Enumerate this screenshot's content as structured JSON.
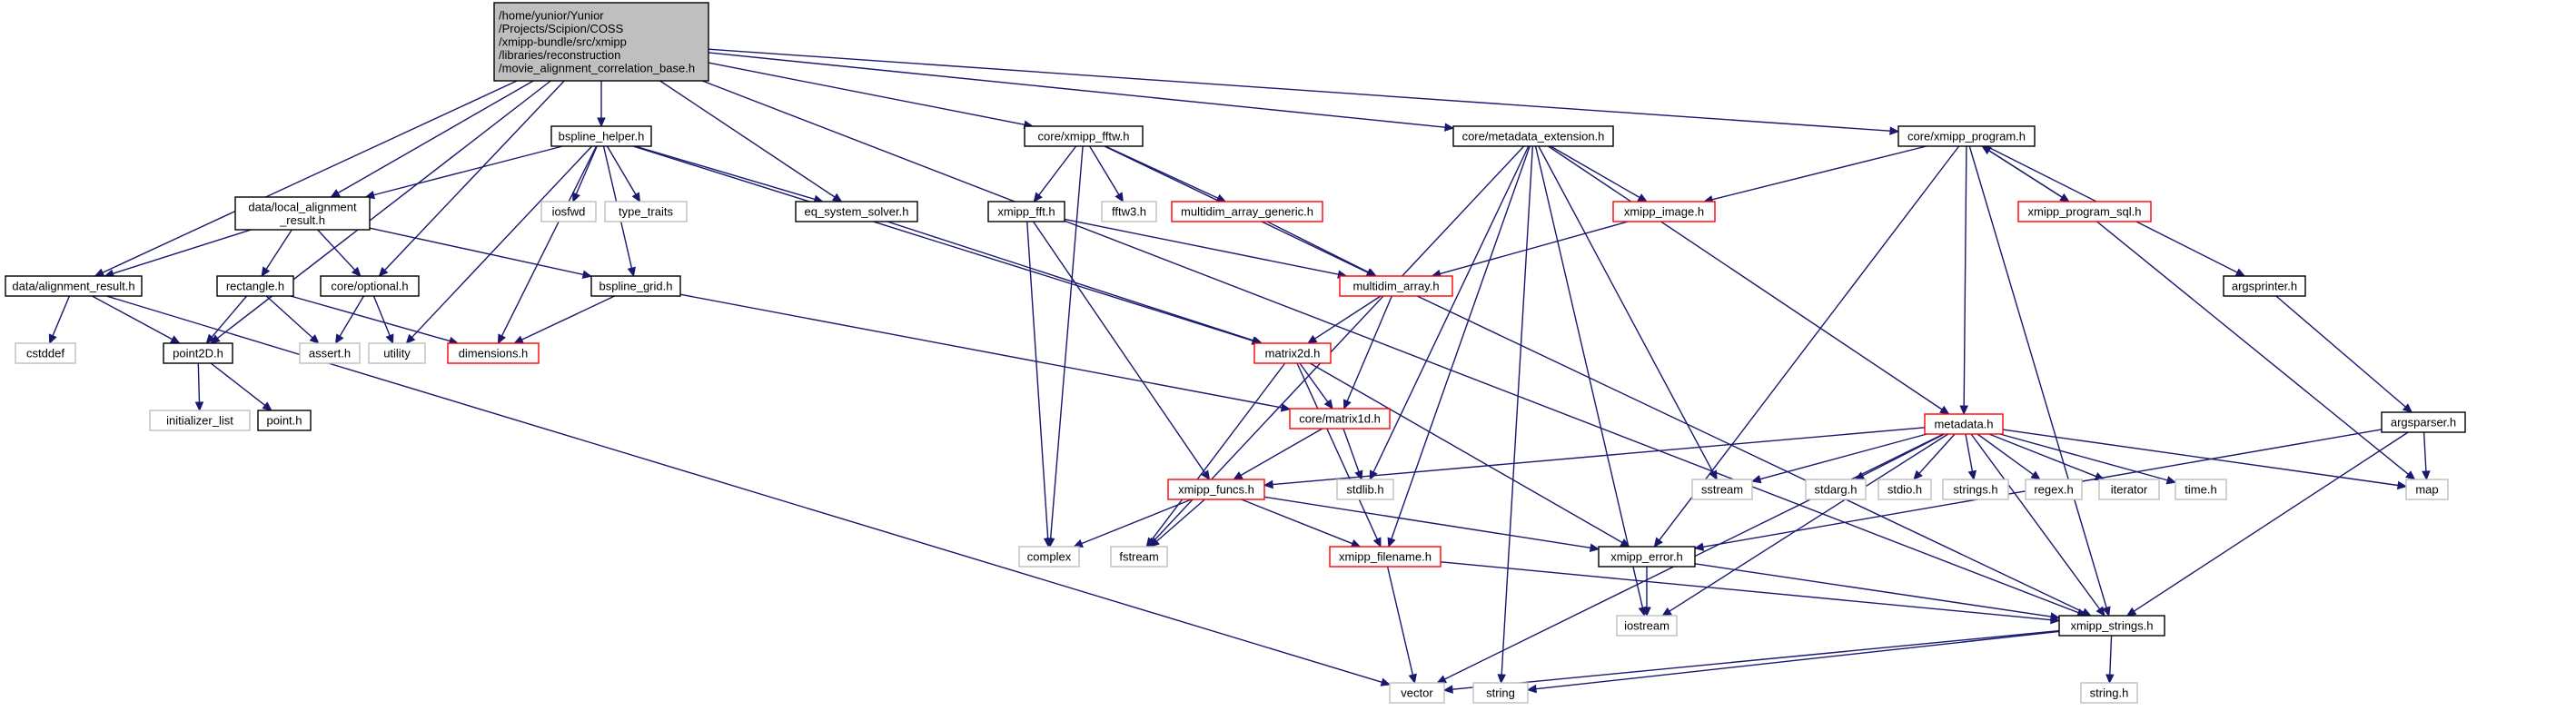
{
  "colors": {
    "edge": "#191970",
    "root_fill": "#bfbfbf",
    "documented_border": "#000000",
    "truncated_border": "#ff0000",
    "system_border": "#bfbfbf",
    "system_text": "#808080"
  },
  "nodes": [
    {
      "id": "root",
      "kind": "root",
      "lines": [
        "/home/yunior/Yunior",
        "/Projects/Scipion/COSS",
        "/xmipp-bundle/src/xmipp",
        "/libraries/reconstruction",
        "/movie_alignment_correlation_base.h"
      ]
    },
    {
      "id": "bspline_helper",
      "kind": "doc",
      "lines": [
        "bspline_helper.h"
      ]
    },
    {
      "id": "core_xmipp_fftw",
      "kind": "doc",
      "lines": [
        "core/xmipp_fftw.h"
      ]
    },
    {
      "id": "core_metadata_extension",
      "kind": "doc",
      "lines": [
        "core/metadata_extension.h"
      ]
    },
    {
      "id": "core_xmipp_program",
      "kind": "doc",
      "lines": [
        "core/xmipp_program.h"
      ]
    },
    {
      "id": "data_local_alignment_result",
      "kind": "doc",
      "lines": [
        "data/local_alignment",
        "_result.h"
      ]
    },
    {
      "id": "iosfwd",
      "kind": "sys",
      "lines": [
        "iosfwd"
      ]
    },
    {
      "id": "type_traits",
      "kind": "sys",
      "lines": [
        "type_traits"
      ]
    },
    {
      "id": "eq_system_solver",
      "kind": "doc",
      "lines": [
        "eq_system_solver.h"
      ]
    },
    {
      "id": "xmipp_fft",
      "kind": "doc",
      "lines": [
        "xmipp_fft.h"
      ]
    },
    {
      "id": "fftw3",
      "kind": "sys",
      "lines": [
        "fftw3.h"
      ]
    },
    {
      "id": "multidim_array_generic",
      "kind": "trunc",
      "lines": [
        "multidim_array_generic.h"
      ]
    },
    {
      "id": "xmipp_image",
      "kind": "trunc",
      "lines": [
        "xmipp_image.h"
      ]
    },
    {
      "id": "xmipp_program_sql",
      "kind": "trunc",
      "lines": [
        "xmipp_program_sql.h"
      ]
    },
    {
      "id": "data_alignment_result",
      "kind": "doc",
      "lines": [
        "data/alignment_result.h"
      ]
    },
    {
      "id": "rectangle",
      "kind": "doc",
      "lines": [
        "rectangle.h"
      ]
    },
    {
      "id": "core_optional",
      "kind": "doc",
      "lines": [
        "core/optional.h"
      ]
    },
    {
      "id": "bspline_grid",
      "kind": "doc",
      "lines": [
        "bspline_grid.h"
      ]
    },
    {
      "id": "multidim_array",
      "kind": "trunc",
      "lines": [
        "multidim_array.h"
      ]
    },
    {
      "id": "argsprinter",
      "kind": "doc",
      "lines": [
        "argsprinter.h"
      ]
    },
    {
      "id": "cstddef",
      "kind": "sys",
      "lines": [
        "cstddef"
      ]
    },
    {
      "id": "point2d",
      "kind": "doc",
      "lines": [
        "point2D.h"
      ]
    },
    {
      "id": "assert",
      "kind": "sys",
      "lines": [
        "assert.h"
      ]
    },
    {
      "id": "utility",
      "kind": "sys",
      "lines": [
        "utility"
      ]
    },
    {
      "id": "dimensions",
      "kind": "trunc",
      "lines": [
        "dimensions.h"
      ]
    },
    {
      "id": "matrix2d",
      "kind": "trunc",
      "lines": [
        "matrix2d.h"
      ]
    },
    {
      "id": "initializer_list",
      "kind": "sys",
      "lines": [
        "initializer_list"
      ]
    },
    {
      "id": "point",
      "kind": "doc",
      "lines": [
        "point.h"
      ]
    },
    {
      "id": "core_matrix1d",
      "kind": "trunc",
      "lines": [
        "core/matrix1d.h"
      ]
    },
    {
      "id": "metadata",
      "kind": "trunc",
      "lines": [
        "metadata.h"
      ]
    },
    {
      "id": "argsparser",
      "kind": "doc",
      "lines": [
        "argsparser.h"
      ]
    },
    {
      "id": "xmipp_funcs",
      "kind": "trunc",
      "lines": [
        "xmipp_funcs.h"
      ]
    },
    {
      "id": "stdlib",
      "kind": "sys",
      "lines": [
        "stdlib.h"
      ]
    },
    {
      "id": "sstream",
      "kind": "sys",
      "lines": [
        "sstream"
      ]
    },
    {
      "id": "stdarg",
      "kind": "sys",
      "lines": [
        "stdarg.h"
      ]
    },
    {
      "id": "stdio",
      "kind": "sys",
      "lines": [
        "stdio.h"
      ]
    },
    {
      "id": "strings_h",
      "kind": "sys",
      "lines": [
        "strings.h"
      ]
    },
    {
      "id": "regex",
      "kind": "sys",
      "lines": [
        "regex.h"
      ]
    },
    {
      "id": "iterator",
      "kind": "sys",
      "lines": [
        "iterator"
      ]
    },
    {
      "id": "time",
      "kind": "sys",
      "lines": [
        "time.h"
      ]
    },
    {
      "id": "map",
      "kind": "sys",
      "lines": [
        "map"
      ]
    },
    {
      "id": "complex",
      "kind": "sys",
      "lines": [
        "complex"
      ]
    },
    {
      "id": "fstream",
      "kind": "sys",
      "lines": [
        "fstream"
      ]
    },
    {
      "id": "xmipp_filename",
      "kind": "trunc",
      "lines": [
        "xmipp_filename.h"
      ]
    },
    {
      "id": "xmipp_error",
      "kind": "doc",
      "lines": [
        "xmipp_error.h"
      ]
    },
    {
      "id": "iostream",
      "kind": "sys",
      "lines": [
        "iostream"
      ]
    },
    {
      "id": "xmipp_strings",
      "kind": "doc",
      "lines": [
        "xmipp_strings.h"
      ]
    },
    {
      "id": "vector",
      "kind": "sys",
      "lines": [
        "vector"
      ]
    },
    {
      "id": "string",
      "kind": "sys",
      "lines": [
        "string"
      ]
    },
    {
      "id": "string_h",
      "kind": "sys",
      "lines": [
        "string.h"
      ]
    }
  ],
  "edges": [
    [
      "root",
      "bspline_helper"
    ],
    [
      "root",
      "core_xmipp_fftw"
    ],
    [
      "root",
      "core_metadata_extension"
    ],
    [
      "root",
      "core_xmipp_program"
    ],
    [
      "root",
      "data_local_alignment_result"
    ],
    [
      "root",
      "data_alignment_result"
    ],
    [
      "root",
      "point2d"
    ],
    [
      "root",
      "core_optional"
    ],
    [
      "root",
      "eq_system_solver"
    ],
    [
      "root",
      "xmipp_strings"
    ],
    [
      "bspline_helper",
      "data_local_alignment_result"
    ],
    [
      "bspline_helper",
      "iosfwd"
    ],
    [
      "bspline_helper",
      "type_traits"
    ],
    [
      "bspline_helper",
      "eq_system_solver"
    ],
    [
      "bspline_helper",
      "bspline_grid"
    ],
    [
      "bspline_helper",
      "dimensions"
    ],
    [
      "bspline_helper",
      "utility"
    ],
    [
      "bspline_helper",
      "matrix2d"
    ],
    [
      "data_local_alignment_result",
      "data_alignment_result"
    ],
    [
      "data_local_alignment_result",
      "rectangle"
    ],
    [
      "data_local_alignment_result",
      "core_optional"
    ],
    [
      "data_local_alignment_result",
      "bspline_grid"
    ],
    [
      "data_alignment_result",
      "cstddef"
    ],
    [
      "data_alignment_result",
      "point2d"
    ],
    [
      "data_alignment_result",
      "vector"
    ],
    [
      "rectangle",
      "point2d"
    ],
    [
      "rectangle",
      "assert"
    ],
    [
      "rectangle",
      "dimensions"
    ],
    [
      "core_optional",
      "assert"
    ],
    [
      "core_optional",
      "utility"
    ],
    [
      "bspline_grid",
      "dimensions"
    ],
    [
      "bspline_grid",
      "core_matrix1d"
    ],
    [
      "point2d",
      "initializer_list"
    ],
    [
      "point2d",
      "point"
    ],
    [
      "eq_system_solver",
      "matrix2d"
    ],
    [
      "core_xmipp_fftw",
      "xmipp_fft"
    ],
    [
      "core_xmipp_fftw",
      "fftw3"
    ],
    [
      "core_xmipp_fftw",
      "multidim_array_generic"
    ],
    [
      "core_xmipp_fftw",
      "multidim_array"
    ],
    [
      "core_xmipp_fftw",
      "complex"
    ],
    [
      "xmipp_fft",
      "multidim_array"
    ],
    [
      "xmipp_fft",
      "complex"
    ],
    [
      "xmipp_fft",
      "xmipp_funcs"
    ],
    [
      "multidim_array_generic",
      "multidim_array"
    ],
    [
      "multidim_array",
      "matrix2d"
    ],
    [
      "multidim_array",
      "core_matrix1d"
    ],
    [
      "multidim_array",
      "xmipp_strings"
    ],
    [
      "matrix2d",
      "core_matrix1d"
    ],
    [
      "matrix2d",
      "fstream"
    ],
    [
      "matrix2d",
      "xmipp_error"
    ],
    [
      "matrix2d",
      "xmipp_filename"
    ],
    [
      "core_matrix1d",
      "xmipp_funcs"
    ],
    [
      "core_matrix1d",
      "stdlib"
    ],
    [
      "xmipp_funcs",
      "complex"
    ],
    [
      "xmipp_funcs",
      "fstream"
    ],
    [
      "xmipp_funcs",
      "xmipp_filename"
    ],
    [
      "xmipp_funcs",
      "xmipp_error"
    ],
    [
      "xmipp_filename",
      "vector"
    ],
    [
      "xmipp_filename",
      "xmipp_strings"
    ],
    [
      "xmipp_error",
      "iostream"
    ],
    [
      "xmipp_error",
      "xmipp_strings"
    ],
    [
      "xmipp_strings",
      "vector"
    ],
    [
      "xmipp_strings",
      "string"
    ],
    [
      "xmipp_strings",
      "string_h"
    ],
    [
      "core_metadata_extension",
      "xmipp_image"
    ],
    [
      "core_metadata_extension",
      "fstream"
    ],
    [
      "core_metadata_extension",
      "stdlib"
    ],
    [
      "core_metadata_extension",
      "xmipp_filename"
    ],
    [
      "core_metadata_extension",
      "string"
    ],
    [
      "core_metadata_extension",
      "iostream"
    ],
    [
      "core_metadata_extension",
      "sstream"
    ],
    [
      "core_metadata_extension",
      "metadata"
    ],
    [
      "xmipp_image",
      "multidim_array"
    ],
    [
      "core_xmipp_program",
      "xmipp_image"
    ],
    [
      "core_xmipp_program",
      "xmipp_program_sql"
    ],
    [
      "core_xmipp_program",
      "argsprinter"
    ],
    [
      "core_xmipp_program",
      "metadata"
    ],
    [
      "core_xmipp_program",
      "xmipp_error"
    ],
    [
      "core_xmipp_program",
      "xmipp_strings"
    ],
    [
      "xmipp_program_sql",
      "core_xmipp_program"
    ],
    [
      "xmipp_program_sql",
      "map"
    ],
    [
      "argsprinter",
      "argsparser"
    ],
    [
      "argsparser",
      "map"
    ],
    [
      "argsparser",
      "xmipp_error"
    ],
    [
      "argsparser",
      "xmipp_strings"
    ],
    [
      "metadata",
      "xmipp_funcs"
    ],
    [
      "metadata",
      "sstream"
    ],
    [
      "metadata",
      "stdarg"
    ],
    [
      "metadata",
      "stdio"
    ],
    [
      "metadata",
      "strings_h"
    ],
    [
      "metadata",
      "regex"
    ],
    [
      "metadata",
      "iterator"
    ],
    [
      "metadata",
      "time"
    ],
    [
      "metadata",
      "map"
    ],
    [
      "metadata",
      "iostream"
    ],
    [
      "metadata",
      "vector"
    ],
    [
      "metadata",
      "xmipp_strings"
    ]
  ]
}
